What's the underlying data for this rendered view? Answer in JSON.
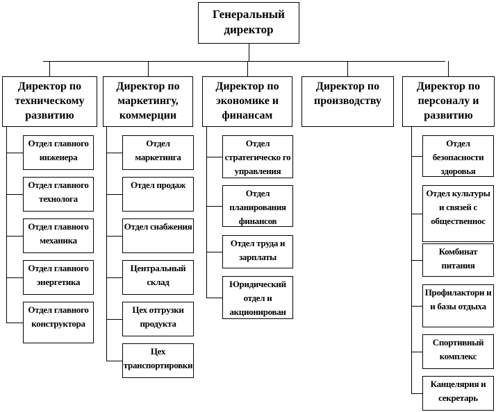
{
  "general": "Генеральный директор",
  "directors": [
    {
      "title": "Директор по техническому развитию",
      "units": [
        "Отдел главного инженера",
        "Отдел главного технолога",
        "Отдел главного механика",
        "Отдел главного энергетика",
        "Отдел главного конструктора"
      ]
    },
    {
      "title": "Директор по маркетингу, коммерции",
      "units": [
        "Отдел маркетинга",
        "Отдел продаж",
        "Отдел снабжения",
        "Центральный склад",
        "Цех отгрузки продукта",
        "Цех транспортировки"
      ]
    },
    {
      "title": "Директор по экономике и финансам",
      "units": [
        "Отдел стратегическо го управления",
        "Отдел планирования финансов",
        "Отдел труда и зарплаты",
        "Юридический отдел и акционирован"
      ]
    },
    {
      "title": "Директор по производству",
      "units": []
    },
    {
      "title": "Директор по персоналу и развитию",
      "units": [
        "Отдел безопасности здоровья",
        "Отдел культуры и связей с общественнос",
        "Комбинат питания",
        "Профилактори и и базы отдыха",
        "Спортивный комплекс",
        "Канцелярия и секретарь"
      ]
    }
  ]
}
